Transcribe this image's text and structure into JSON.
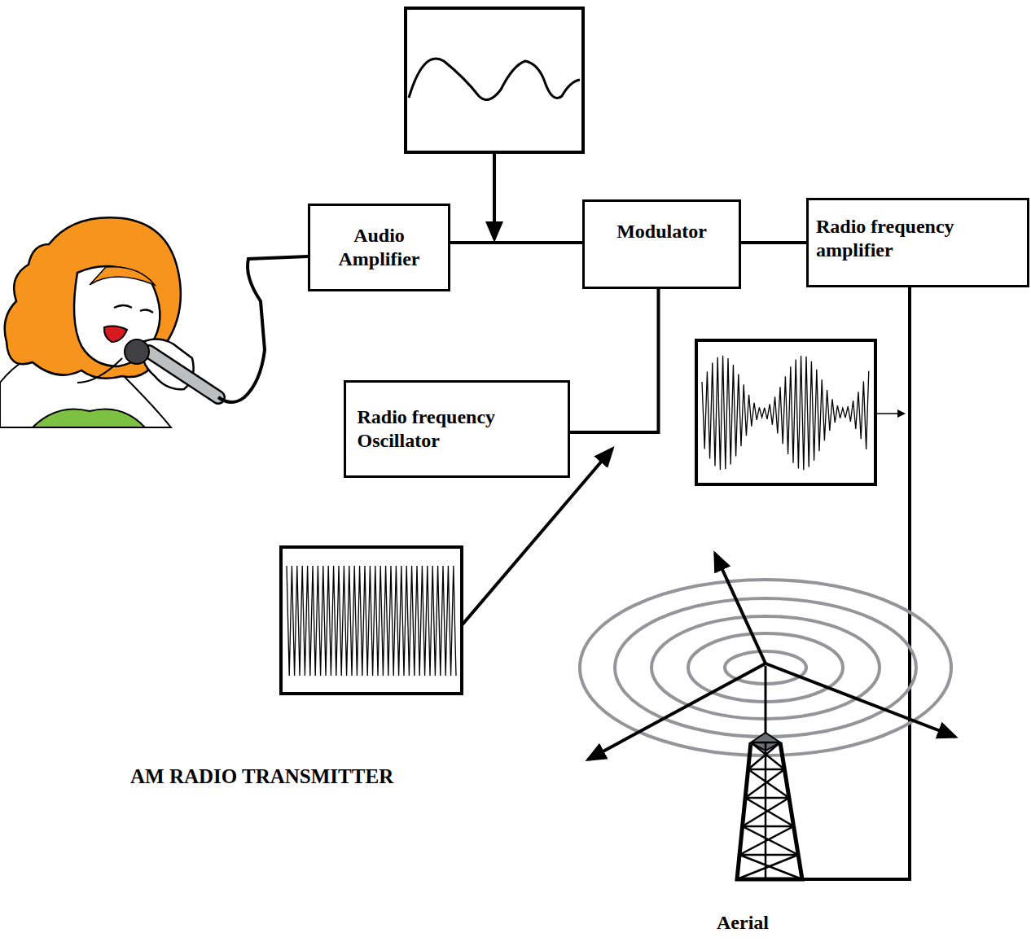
{
  "diagram": {
    "title": "AM RADIO TRANSMITTER",
    "nodes": [
      {
        "text": [
          "Audio Amplifier"
        ]
      },
      {
        "text": [
          "Modulator"
        ]
      },
      {
        "text": [
          "Radio frequency amplifier"
        ]
      },
      {
        "text": [
          "Radio frequency Oscillator"
        ]
      }
    ],
    "edges": [
      {
        "from": 0,
        "to": 1,
        "arrow": "none"
      },
      {
        "from": 1,
        "to": 2,
        "arrow": "none"
      },
      {
        "from": 3,
        "to": 1,
        "arrow": "none"
      }
    ],
    "labels": [
      "Aerial"
    ]
  }
}
